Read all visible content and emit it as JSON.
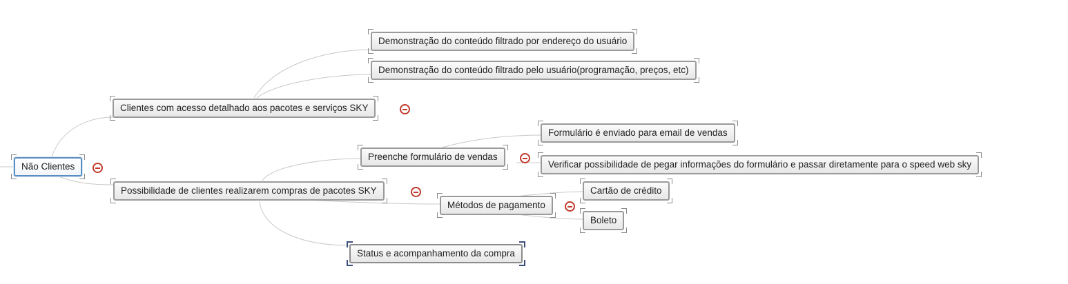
{
  "colors": {
    "root_border": "#5b8ec0",
    "node_border": "#9a9a9a",
    "link": "#c8c8c8",
    "collapse": "#c0392b",
    "selection": "#3b4f7a"
  },
  "icons": {
    "collapse": "minus-circle-icon"
  },
  "nodes": {
    "root": "Não Clientes",
    "clientes_acesso": "Clientes com acesso detalhado aos pacotes e serviços SKY",
    "demo_endereco": "Demonstração do conteúdo filtrado por endereço do usuário",
    "demo_usuario": "Demonstração do conteúdo filtrado pelo usuário(programação, preços, etc)",
    "possibilidade": "Possibilidade de clientes realizarem compras de pacotes SKY",
    "preenche": "Preenche formulário de vendas",
    "formulario_email": "Formulário é enviado para email de vendas",
    "verificar": "Verificar possibilidade de pegar informações do formulário e passar diretamente para o speed web sky",
    "metodos": "Métodos de pagamento",
    "cartao": "Cartão de crédito",
    "boleto": "Boleto",
    "status": "Status e acompanhamento da compra"
  },
  "selected_node": "Status e acompanhamento da compra"
}
